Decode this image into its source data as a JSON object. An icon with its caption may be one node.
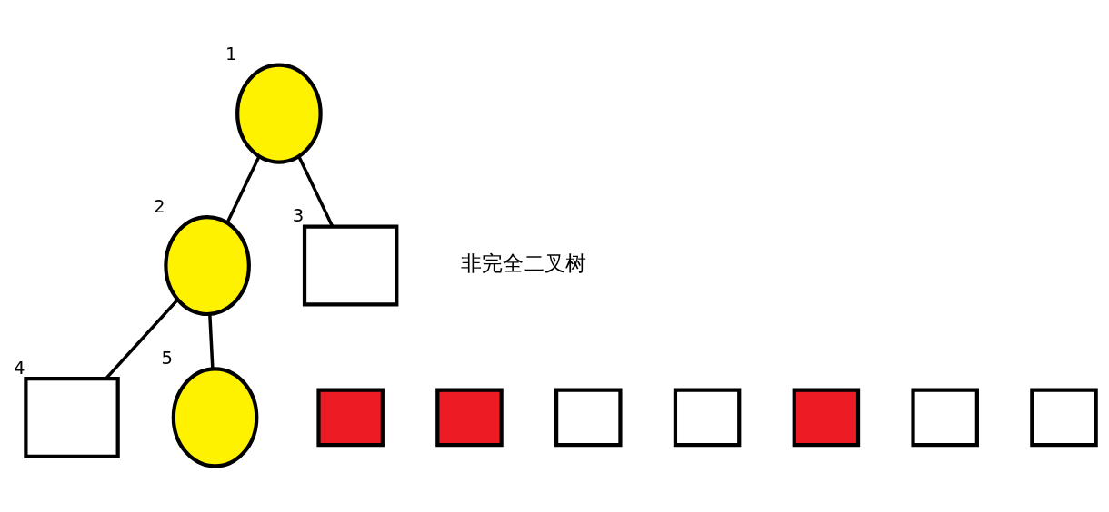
{
  "diagram": {
    "nodes": [
      {
        "text": [],
        "shape": "circle",
        "beside": [
          "1"
        ]
      },
      {
        "text": [],
        "shape": "circle",
        "beside": [
          "2"
        ]
      },
      {
        "text": [],
        "shape": "box",
        "beside": [
          "3"
        ]
      },
      {
        "text": [],
        "shape": "box",
        "beside": [
          "4"
        ]
      },
      {
        "text": [],
        "shape": "circle",
        "beside": [
          "5"
        ]
      },
      {
        "text": [],
        "shape": "box"
      },
      {
        "text": [],
        "shape": "box"
      },
      {
        "text": [],
        "shape": "box"
      },
      {
        "text": [],
        "shape": "box"
      },
      {
        "text": [],
        "shape": "box"
      },
      {
        "text": [],
        "shape": "box"
      },
      {
        "text": [],
        "shape": "box"
      }
    ],
    "edges": [
      {
        "from": 0,
        "to": 1,
        "arrow": "none"
      },
      {
        "from": 0,
        "to": 2,
        "arrow": "none"
      },
      {
        "from": 1,
        "to": 3,
        "arrow": "none"
      },
      {
        "from": 1,
        "to": 4,
        "arrow": "none"
      }
    ],
    "labels": [
      "非完全二叉树"
    ]
  }
}
